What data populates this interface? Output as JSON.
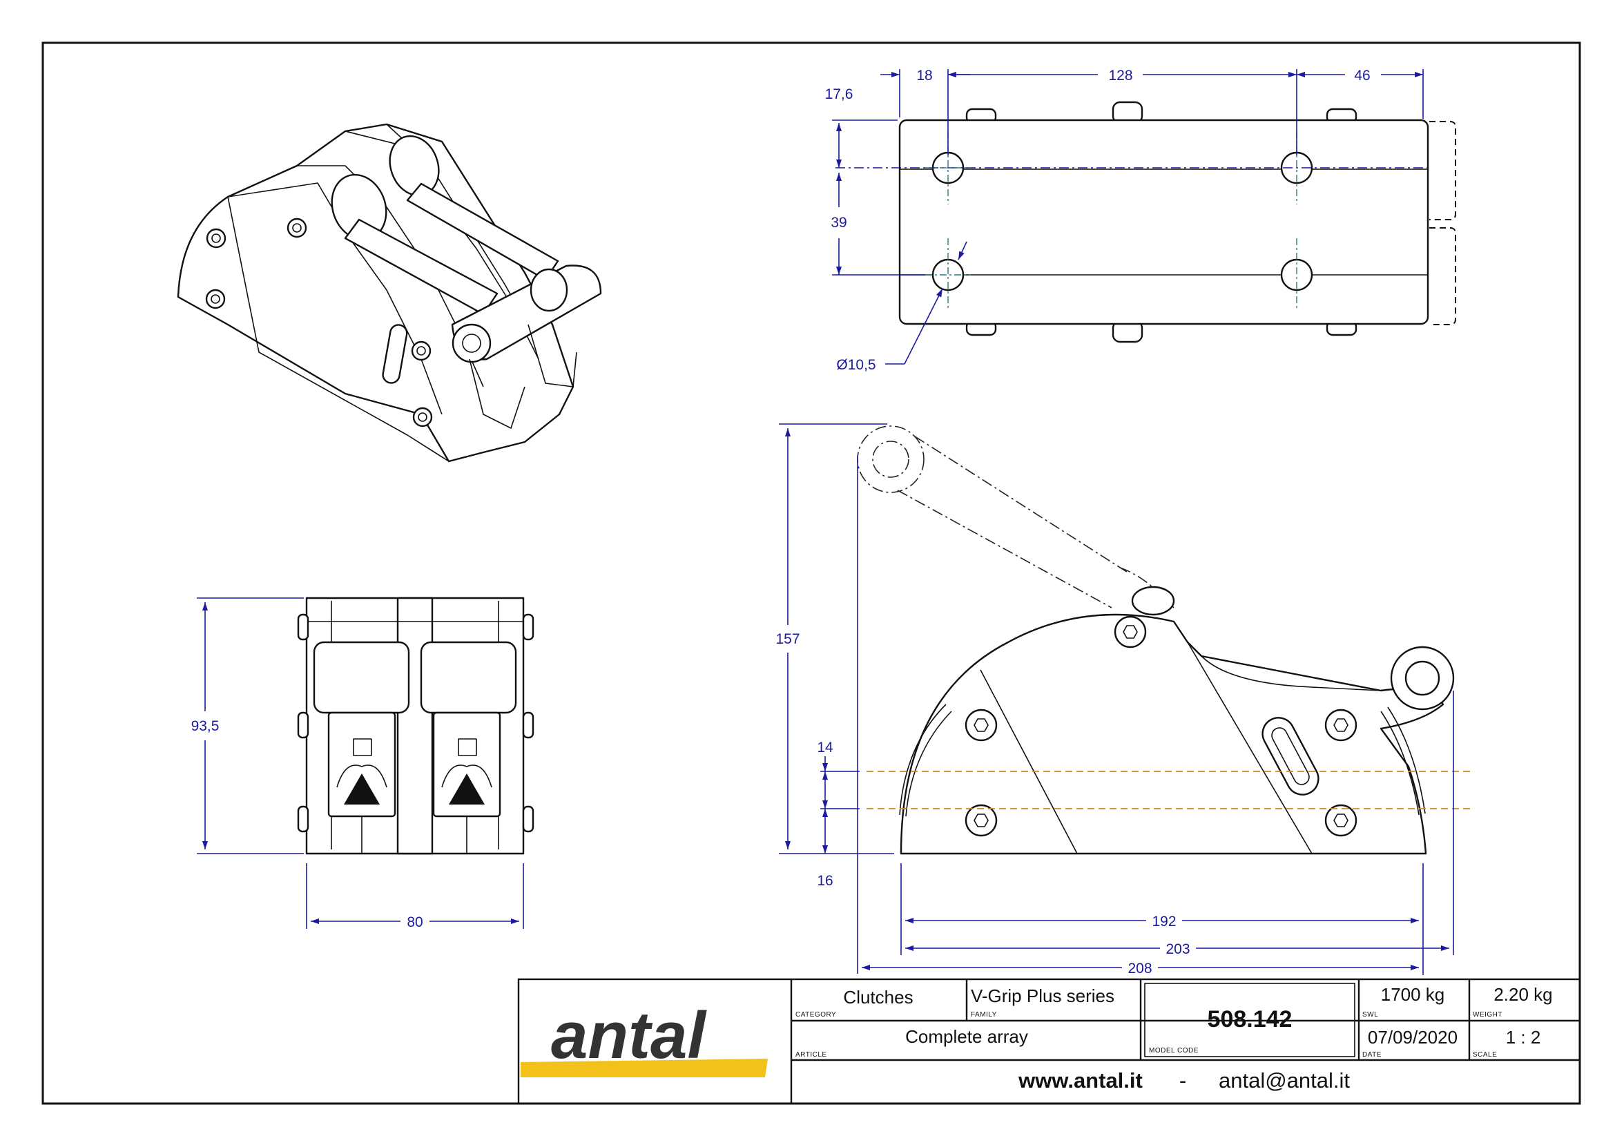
{
  "drawing": {
    "top_view": {
      "dims": {
        "d1": "18",
        "d2": "128",
        "d3": "46",
        "d4": "17,6",
        "d5": "39",
        "hole": "Ø10,5"
      }
    },
    "front_view": {
      "dims": {
        "height": "93,5",
        "width": "80"
      }
    },
    "side_view": {
      "dims": {
        "height": "157",
        "level1": "14",
        "level2": "16",
        "len1": "192",
        "len2": "203",
        "len3": "208"
      }
    }
  },
  "title_block": {
    "logo": "antal",
    "category_value": "Clutches",
    "category_label": "CATEGORY",
    "family_value": "V-Grip Plus series",
    "family_label": "FAMILY",
    "article_value": "Complete array",
    "article_label": "ARTICLE",
    "model_code_value": "508.142",
    "model_code_label": "MODEL CODE",
    "swl_value": "1700 kg",
    "swl_label": "SWL",
    "weight_value": "2.20 kg",
    "weight_label": "WEIGHT",
    "date_value": "07/09/2020",
    "date_label": "DATE",
    "scale_value": "1 : 2",
    "scale_label": "SCALE",
    "website": "www.antal.it",
    "separator": "-",
    "email": "antal@antal.it"
  },
  "colors": {
    "dimension": "#1b1ba0",
    "logo_text": "#333333",
    "logo_bar": "#f2c21b",
    "reference_line": "#d48a1c"
  }
}
